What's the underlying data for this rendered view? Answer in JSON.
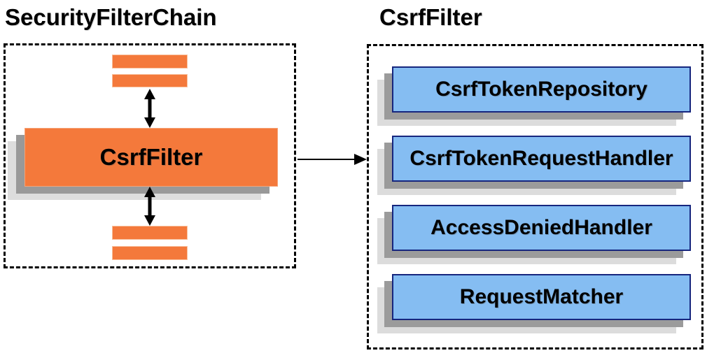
{
  "left_panel": {
    "title": "SecurityFilterChain",
    "filter_label": "CsrfFilter",
    "other_filter_bars": 4
  },
  "right_panel": {
    "title": "CsrfFilter",
    "components": [
      "CsrfTokenRepository",
      "CsrfTokenRequestHandler",
      "AccessDeniedHandler",
      "RequestMatcher"
    ]
  },
  "connector": {
    "type": "arrow-right",
    "from": "CsrfFilter",
    "to": "CsrfFilter components"
  },
  "colors": {
    "filter_orange": "#f4793b",
    "component_blue": "#85bdf2",
    "component_border_navy": "#16267e",
    "shadow_dark_gray": "#999999",
    "shadow_light_gray": "#dddddd",
    "arrow_black": "#000000",
    "dashed_border_black": "#000000",
    "background": "#ffffff"
  }
}
